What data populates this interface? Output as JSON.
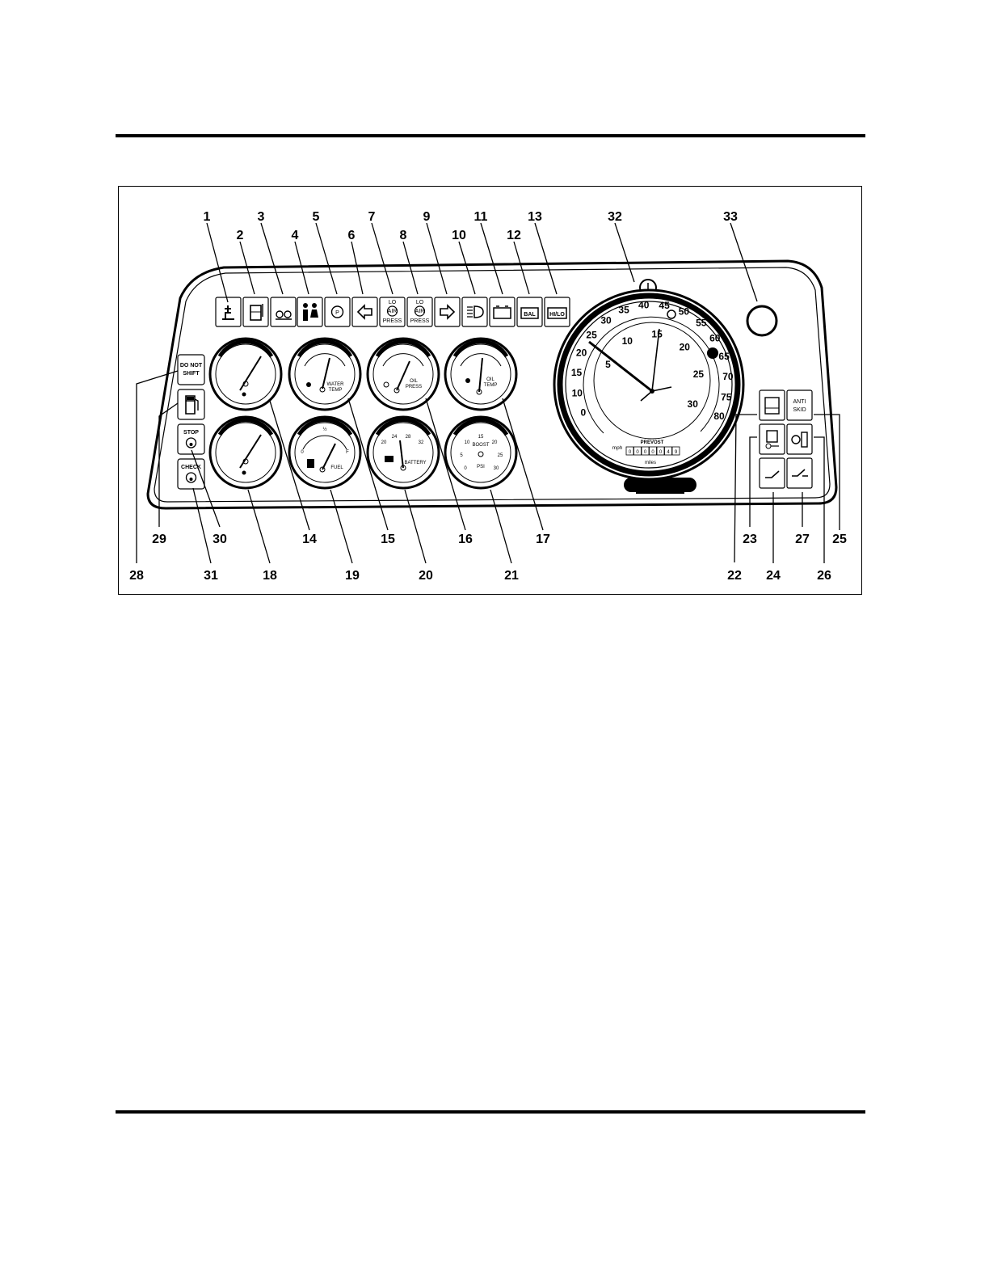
{
  "callouts": [
    "1",
    "2",
    "3",
    "4",
    "5",
    "6",
    "7",
    "8",
    "9",
    "10",
    "11",
    "12",
    "13",
    "14",
    "15",
    "16",
    "17",
    "18",
    "19",
    "20",
    "21",
    "22",
    "23",
    "24",
    "25",
    "26",
    "27",
    "28",
    "29",
    "30",
    "31",
    "32",
    "33"
  ],
  "lamps": {
    "lo_air_press_a": [
      "LO",
      "AIR",
      "PRESS"
    ],
    "lo_air_press_b": [
      "LO",
      "AIR",
      "PRESS"
    ],
    "bal": "BAL",
    "hilo": "HI/LO"
  },
  "left_panel": {
    "do_not_shift": [
      "DO NOT",
      "SHIFT"
    ],
    "stop": "STOP",
    "check": "CHECK"
  },
  "right_panel": {
    "anti_skid": [
      "ANTI",
      "SKID"
    ]
  },
  "gauges": {
    "water_temp": [
      "WATER",
      "TEMP"
    ],
    "oil_press": [
      "OIL",
      "PRESS"
    ],
    "oil_temp": [
      "OIL",
      "TEMP"
    ],
    "fuel": "FUEL",
    "fuel_marks": [
      "0",
      "½",
      "F"
    ],
    "battery": "BATTERY",
    "battery_scale": [
      "20",
      "24",
      "28",
      "32"
    ],
    "boost": "BOOST",
    "boost_unit": "PSI",
    "boost_scale": [
      "0",
      "5",
      "10",
      "15",
      "20",
      "25",
      "30"
    ]
  },
  "speedometer": {
    "outer_scale": [
      "0",
      "10",
      "15",
      "20",
      "25",
      "30",
      "35",
      "40",
      "45",
      "50",
      "55",
      "60",
      "65",
      "70",
      "75",
      "80"
    ],
    "inner_scale": [
      "5",
      "10",
      "15",
      "20",
      "25",
      "30"
    ],
    "unit": "mph",
    "brand": "PREVOST",
    "odometer": [
      "0",
      "0",
      "0",
      "0",
      "0",
      "4",
      "9"
    ],
    "odometer_unit": "miles"
  }
}
